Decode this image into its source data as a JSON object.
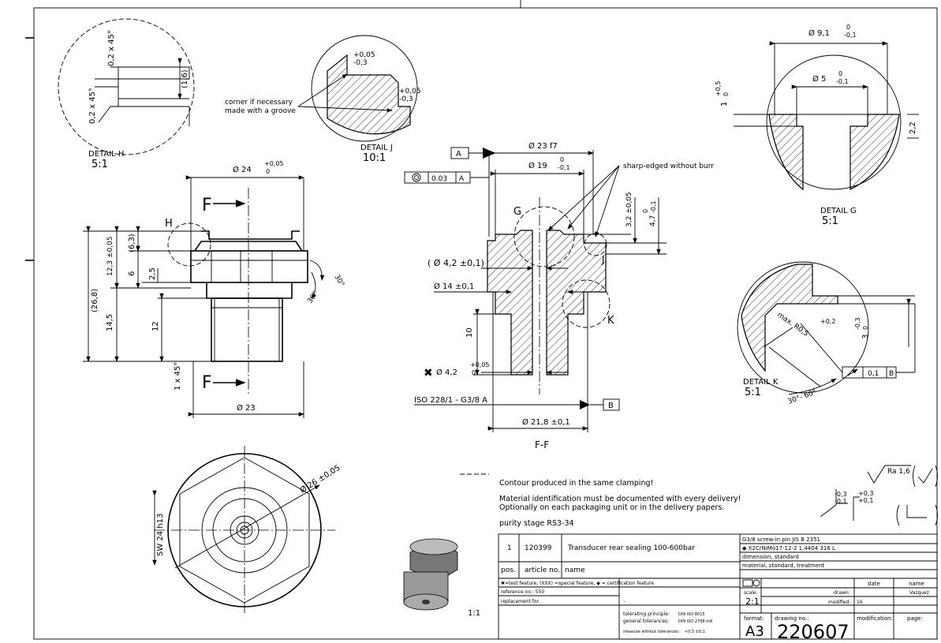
{
  "details": {
    "h": {
      "label": "DETAIL H",
      "scale": "5:1",
      "dim_chamfer_top": "0,2 x 45°",
      "dim_chamfer_side": "0,2 x 45°",
      "dim_height": "(1,6)"
    },
    "j": {
      "label": "DETAIL J",
      "scale": "10:1",
      "tol_1": "+0,05",
      "tol_2": "-0,3",
      "tol_3": "+0,05",
      "tol_4": "-0,3",
      "note_line1": "corner if necessary",
      "note_line2": "made with a groove"
    },
    "g": {
      "label": "DETAIL G",
      "scale": "5:1",
      "dia_outer": "Ø 9,1",
      "dia_outer_tol_top": "0",
      "dia_outer_tol_bot": "-0,1",
      "dia_inner": "Ø 5",
      "dia_inner_tol_top": "0",
      "dia_inner_tol_bot": "-0,1",
      "dim_left": "1",
      "dim_left_tol_top": "+0,5",
      "dim_left_tol_bot": "0",
      "dim_right": "2,2"
    },
    "k": {
      "label": "DETAIL K",
      "scale": "5:1",
      "radius": "max. R0,5",
      "tol_small": "+0,2",
      "dim_3": "3",
      "dim_3_tol_top": "-0,3",
      "dim_3_tol_bot": "0",
      "angle": "30°- 60°",
      "runout_value": "0,1",
      "runout_ref": "B"
    }
  },
  "side_view": {
    "dia_top": "Ø 24",
    "dia_top_tol_top": "+0,05",
    "dia_top_tol_bot": "0",
    "dia_bottom": "Ø 23",
    "section_letter_top": "F",
    "section_letter_bottom": "F",
    "detail_h": "H",
    "dim_26_8": "(26,8)",
    "dim_12_3": "12,3 ±0,05",
    "dim_6_3": "(6,3)",
    "dim_6": "6",
    "dim_2_5": "2,5",
    "dim_14_5": "14,5",
    "dim_12": "12",
    "dim_chamfer": "1 x 45°",
    "angle_top": "30°",
    "angle_bottom": "30°"
  },
  "section_view": {
    "label": "F-F",
    "datum_a": "A",
    "datum_b": "B",
    "concentricity_value": "0.03",
    "concentricity_ref": "A",
    "dia_23": "Ø 23 f7",
    "dia_19": "Ø 19",
    "dia_19_tol_top": "0",
    "dia_19_tol_bot": "-0,1",
    "dia_4_2_ref": "( Ø 4,2 ±0,1)",
    "dia_14": "Ø 14 ±0,1",
    "dia_4_2": "Ø 4,2",
    "dia_4_2_tol_top": "+0,05",
    "dia_4_2_tol_bot": "0",
    "thread": "ISO 228/1 - G3/8 A",
    "dia_21_8": "Ø 21,8 ±0,1",
    "dim_10": "10",
    "dim_3_2": "3,2 ±0,05",
    "dim_4_7": "4,7",
    "dim_4_7_tol_top": "0",
    "dim_4_7_tol_bot": "-0,1",
    "sharp_note": "sharp-edged without burr",
    "detail_g": "G",
    "detail_j": "J",
    "detail_k": "K"
  },
  "front_view": {
    "sw": "SW 24 h13",
    "dia_26": "Ø 26 ±0,05"
  },
  "iso_view": {
    "scale": "1:1"
  },
  "surface": {
    "ra": "Ra 1,6",
    "tol_a_top": "-0,3",
    "tol_a_bot": "-0,1",
    "tol_b_top": "+0,3",
    "tol_b_bot": "+0,1"
  },
  "notes": {
    "line1": "Contour produced in the same clamping!",
    "line2": "Material identification must be documented with every delivery!",
    "line3": "Optionally on each packaging unit or in the delivery papers.",
    "line4": "purity stage RS3-34"
  },
  "title_block": {
    "pos": "1",
    "article_no": "120399",
    "name": "Transducer rear sealing 100-600bar",
    "material1": "G3/8 screw-in pin JIS B 2351",
    "material2": "◆ X2CrNiMo17-12-2 1.4404 316 L",
    "dimension": "dimension, standard",
    "material3": "material, standard, treatment",
    "hdr_pos": "pos.",
    "hdr_article": "article no.",
    "hdr_name": "name",
    "legend": "✖=test feature, (XXX) =special feature, ◆ = certification feature",
    "reference": "reference no.: 550",
    "replacement": "replacement for: .",
    "dot": ".",
    "tol_principle_lbl": "tolerating principle:",
    "tol_principle_val": "DIN ISO 8015",
    "gen_tol_lbl": "general tolerances:",
    "gen_tol_val": "DIN ISO 2768-mK",
    "measure_lbl": "measure without tolerances:",
    "measure_val": "<0,5 ±0,1",
    "scale_lbl": "scale:",
    "scale_val": "2:1",
    "drawn_lbl": "drawn:",
    "modified_lbl": "modified:",
    "modified_val": "16",
    "date_lbl": "date",
    "name_lbl": "name",
    "drawn_name": "Vazquez",
    "format_lbl": "format:",
    "format_val": "A3",
    "drawing_no_lbl": "drawing no.:",
    "drawing_no": "220607",
    "modification_lbl": "modification:",
    "page_lbl": "page:"
  }
}
